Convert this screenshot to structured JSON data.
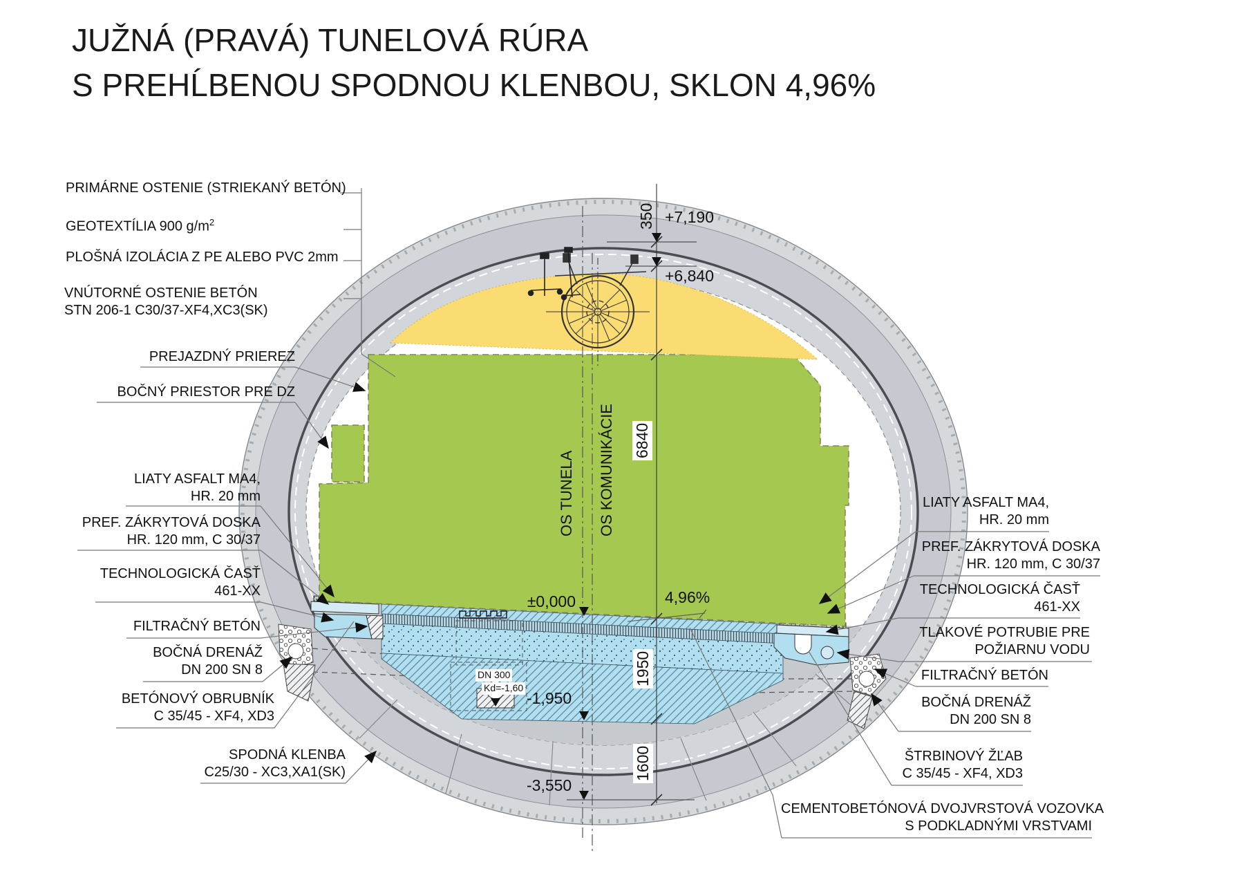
{
  "title": {
    "line1": "JUŽNÁ (PRAVÁ) TUNELOVÁ RÚRA",
    "line2": "S PREHĹBENOU SPODNOU KLENBOU, SKLON 4,96%"
  },
  "left_labels": {
    "primarne": "PRIMÁRNE OSTENIE (STRIEKANÝ BETÓN)",
    "geotextilia": "GEOTEXTÍLIA 900 g/m",
    "geotextilia_sup": "2",
    "plosna": "PLOŠNÁ IZOLÁCIA Z PE ALEBO PVC 2mm",
    "vnutorne_l1": "VNÚTORNÉ OSTENIE  BETÓN",
    "vnutorne_l2": "STN 206-1  C30/37-XF4,XC3(SK)",
    "prejazdny": "PREJAZDNÝ PRIEREZ",
    "bocny": "BOČNÝ PRIESTOR PRE DZ",
    "liaty_l1": "LIATY ASFALT MA4,",
    "liaty_l2": "HR. 20 mm",
    "pref_l1": "PREF. ZÁKRYTOVÁ DOSKA",
    "pref_l2": "HR. 120 mm, C 30/37",
    "tech_l1": "TECHNOLOGICKÁ ČASŤ",
    "tech_l2": "461-XX",
    "filtracny": "FILTRAČNÝ BETÓN",
    "bocna_l1": "BOČNÁ DRENÁŽ",
    "bocna_l2": "DN 200 SN 8",
    "obrubnik_l1": "BETÓNOVÝ OBRUBNÍK",
    "obrubnik_l2": "C 35/45 - XF4, XD3",
    "spodna_l1": "SPODNÁ KLENBA",
    "spodna_l2": "C25/30 - XC3,XA1(SK)"
  },
  "right_labels": {
    "liaty_l1": "LIATY ASFALT MA4,",
    "liaty_l2": "HR. 20 mm",
    "pref_l1": "PREF. ZÁKRYTOVÁ DOSKA",
    "pref_l2": "HR. 120 mm, C 30/37",
    "tech_l1": "TECHNOLOGICKÁ ČASŤ",
    "tech_l2": "461-XX",
    "tlakove_l1": "TLAKOVÉ POTRUBIE PRE",
    "tlakove_l2": "POŽIARNU VODU",
    "filtracny": "FILTRAČNÝ BETÓN",
    "bocna_l1": "BOČNÁ DRENÁŽ",
    "bocna_l2": "DN 200 SN 8",
    "strbinovy_l1": "ŠTRBINOVÝ ŽĽAB",
    "strbinovy_l2": "C 35/45 - XF4, XD3",
    "cemento_l1": "CEMENTOBETÓNOVÁ DVOJVRSTOVÁ VOZOVKA",
    "cemento_l2": "S PODKLADNÝMI VRSTVAMI"
  },
  "dimensions": {
    "dim_350": "350",
    "level_7190": "+7,190",
    "level_6840": "+6,840",
    "dim_6840": "6840",
    "level_0": "±0,000",
    "slope": "4,96%",
    "dim_1950": "1950",
    "level_m1950": "-1,950",
    "dim_1600": "1600",
    "level_m3550": "-3,550",
    "dn300": "DN 300",
    "kd": "Kd=-1,60"
  },
  "axes": {
    "os_tunela": "OS TUNELA",
    "os_komunikacie": "OS KOMUNIKÁCIE"
  },
  "colors": {
    "clearance_green": "#a5c850",
    "reserve_yellow": "#fadc73",
    "concrete_blue": "#b2dff0",
    "lining_gray": "#c6cad0",
    "secondary_gray": "#d2d5d9",
    "invert_gray": "#c6cace",
    "outer_gray": "#d6d9dc",
    "line_dark": "#4a4d52"
  }
}
